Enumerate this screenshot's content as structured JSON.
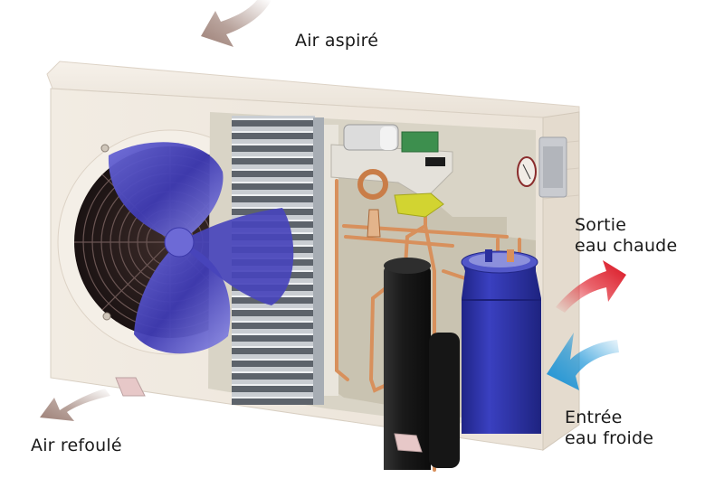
{
  "diagram": {
    "subject": "Heat pump outdoor unit cutaway",
    "labels": {
      "air_in": "Air aspiré",
      "air_out": "Air refoulé",
      "hot_water_out_line1": "Sortie",
      "hot_water_out_line2": "eau chaude",
      "cold_water_in_line1": "Entrée",
      "cold_water_in_line2": "eau froide"
    },
    "colors": {
      "air_arrow": "#a68b82",
      "hot_arrow": "#e0202c",
      "cold_arrow": "#1c95d8",
      "casing": "#efe8df",
      "fan_blade": "#3e3ab0",
      "exchanger_tank": "#2a2f9c",
      "compressor": "#1e1e1e",
      "copper": "#d8905c",
      "coil_valve": "#d2d431"
    },
    "components": [
      "fan",
      "evaporator-coil",
      "compressor",
      "heat-exchanger",
      "expansion-valve",
      "four-way-valve",
      "control-board",
      "pressure-gauge",
      "electrical-box"
    ]
  }
}
